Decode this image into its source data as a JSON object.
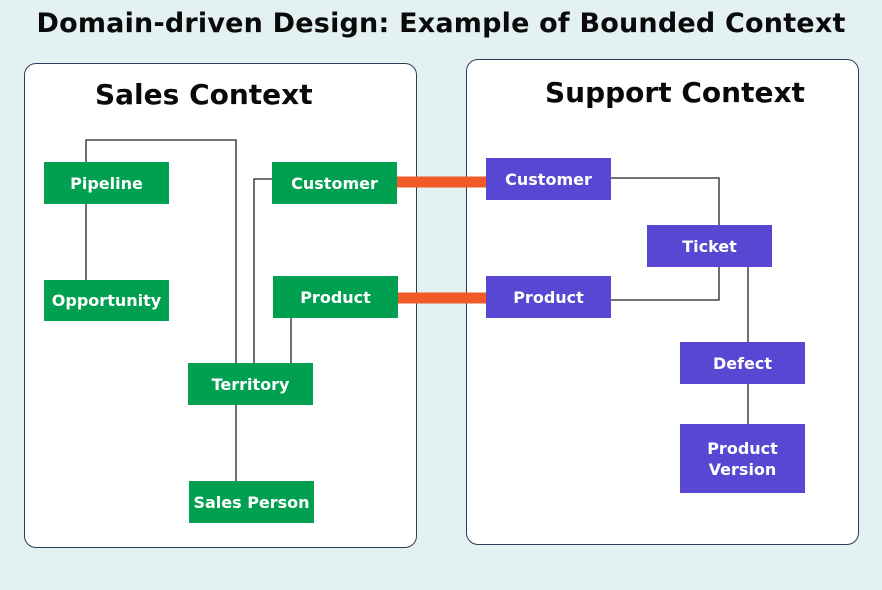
{
  "title": "Domain-driven Design: Example of Bounded Context",
  "sales": {
    "title": "Sales Context",
    "pipeline": "Pipeline",
    "opportunity": "Opportunity",
    "customer": "Customer",
    "product": "Product",
    "territory": "Territory",
    "sales_person": "Sales Person"
  },
  "support": {
    "title": "Support Context",
    "customer": "Customer",
    "ticket": "Ticket",
    "product": "Product",
    "defect": "Defect",
    "product_version": "Product\nVersion"
  },
  "colors": {
    "sales_entity": "#00a050",
    "support_entity": "#5847d2",
    "shared_link": "#f05a28",
    "background": "#e3f1f2"
  }
}
